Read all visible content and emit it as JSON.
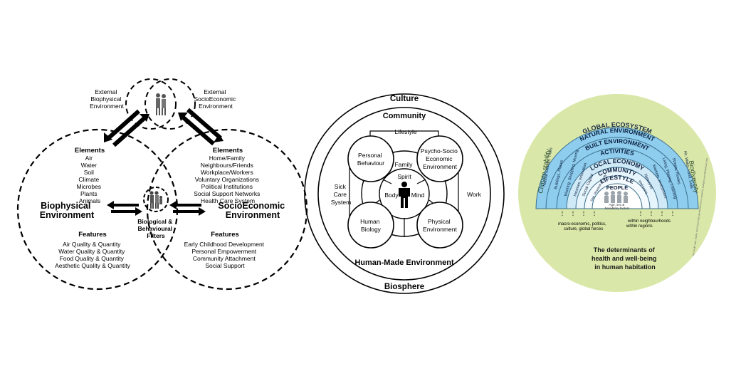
{
  "diagram1": {
    "external_bio": [
      "External",
      "Biophysical",
      "Environment"
    ],
    "external_socio": [
      "External",
      "SocioEconomic",
      "Environment"
    ],
    "left": {
      "elements_title": "Elements",
      "elements": [
        "Air",
        "Water",
        "Soil",
        "Climate",
        "Microbes",
        "Plants",
        "Animals"
      ],
      "title": [
        "Biophysical",
        "Environment"
      ],
      "features_title": "Features",
      "features": [
        "Air Quality & Quantity",
        "Water Quality & Quantity",
        "Food Quality & Quantity",
        "Aesthetic Quality & Quantity"
      ]
    },
    "right": {
      "elements_title": "Elements",
      "elements": [
        "Home/Family",
        "Neighbours/Friends",
        "Workplace/Workers",
        "Voluntary Organizations",
        "Political Institutions",
        "Social Support Networks",
        "Health Care System"
      ],
      "title": [
        "SocioEconomic",
        "Environment"
      ],
      "features_title": "Features",
      "features": [
        "Early Childhood Development",
        "Personal Empowerment",
        "Community Attachment",
        "Social Support"
      ]
    },
    "center": [
      "Biological &",
      "Behavioural",
      "Filters"
    ]
  },
  "diagram2": {
    "culture": "Culture",
    "community": "Community",
    "lifestyle": "Lifestyle",
    "family": "Family",
    "work": "Work",
    "sick_care": [
      "Sick",
      "Care",
      "System"
    ],
    "personal_behaviour": [
      "Personal",
      "Behaviour"
    ],
    "psycho_socio": [
      "Psycho-Socio",
      "Economic",
      "Environment"
    ],
    "human_biology": [
      "Human",
      "Biology"
    ],
    "physical_env": [
      "Physical",
      "Environment"
    ],
    "spirit": "Spirit",
    "body": "Body",
    "mind": "Mind",
    "human_made": "Human-Made Environment",
    "biosphere": "Biosphere"
  },
  "diagram3": {
    "global": "GLOBAL ECOSYSTEM",
    "natural": "NATURAL ENVIRONMENT",
    "built": "BUILT ENVIRONMENT",
    "activities": "ACTIVITIES",
    "local_economy": "LOCAL ECONOMY",
    "community": "COMMUNITY",
    "lifestyle": "LIFESTYLE",
    "people": "PEOPLE",
    "people_sub": [
      "Age, sex &",
      "hereditary factors"
    ],
    "climate": "Climate stability",
    "biodiversity": "Biodiversity",
    "left_items": [
      "Natural habitats, Trees",
      "Buildings, Places",
      "Working, Shopping, Moving",
      "Incomes, Innovation",
      "Social Capital",
      "Diet, Physical Activity"
    ],
    "right_items": [
      "Air, Water, Land, Soils",
      "Streets, Routes",
      "Living, Playing, Learning",
      "Markets, Investment",
      "Networks",
      "Well-being"
    ],
    "macro": [
      "macro-economic, politics,",
      "culture, global forces"
    ],
    "neighbourhoods": [
      "within neighbourhoods",
      "within regions"
    ],
    "caption": [
      "The determinants of",
      "health and well-being",
      "in human habitation"
    ],
    "credit": "The health map: Barton and Grant 2006 developed from a model by Dahlgren and Whitehead 1991",
    "colors": {
      "green": "#d9e8a8",
      "blue": "#8fcdee",
      "white": "#ffffff"
    }
  }
}
